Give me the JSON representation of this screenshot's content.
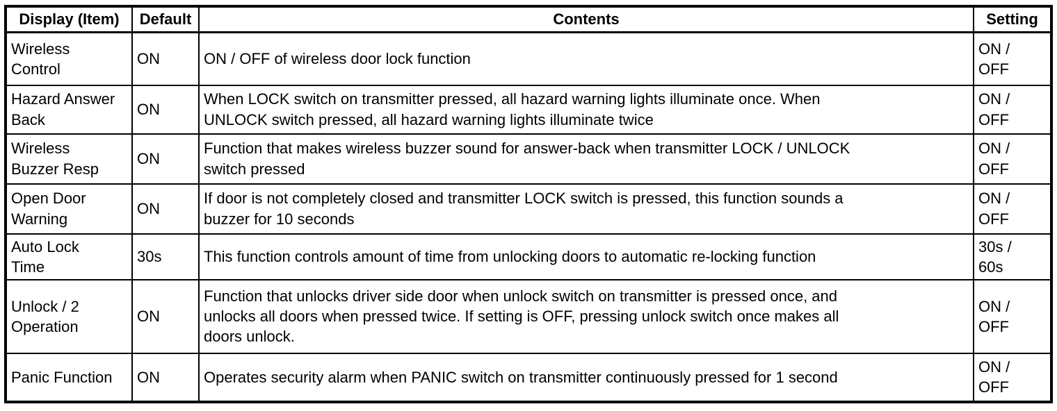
{
  "table": {
    "headers": {
      "display": "Display (Item)",
      "default": "Default",
      "contents": "Contents",
      "setting": "Setting"
    },
    "rows": [
      {
        "display": "Wireless\nControl",
        "default": "ON",
        "contents": "ON / OFF of wireless door lock function",
        "setting": "ON /\nOFF"
      },
      {
        "display": "Hazard Answer\nBack",
        "default": "ON",
        "contents": "When LOCK switch on transmitter pressed, all hazard warning lights illuminate once. When\nUNLOCK switch pressed, all hazard warning lights illuminate twice",
        "setting": "ON /\nOFF"
      },
      {
        "display": "Wireless\nBuzzer Resp",
        "default": "ON",
        "contents": "Function that makes wireless buzzer sound for answer-back when transmitter LOCK / UNLOCK\nswitch pressed",
        "setting": "ON /\nOFF"
      },
      {
        "display": "Open Door\nWarning",
        "default": "ON",
        "contents": "If door is not completely closed and transmitter LOCK switch is pressed, this function sounds a\nbuzzer for 10 seconds",
        "setting": "ON /\nOFF"
      },
      {
        "display": "Auto Lock\nTime",
        "default": "30s",
        "contents": "This function controls amount of time from unlocking doors to automatic re-locking function",
        "setting": "30s /\n60s"
      },
      {
        "display": "Unlock / 2\nOperation",
        "default": "ON",
        "contents": "Function that unlocks driver side door when unlock switch on transmitter is pressed once, and\nunlocks all doors when pressed twice. If setting is OFF, pressing unlock switch once makes all\ndoors unlock.",
        "setting": "ON /\nOFF"
      },
      {
        "display": "Panic Function",
        "default": "ON",
        "contents": "Operates security alarm when PANIC switch on transmitter continuously pressed for 1 second",
        "setting": "ON /\nOFF"
      }
    ],
    "colors": {
      "border": "#000000",
      "background": "#ffffff",
      "text": "#000000"
    }
  }
}
